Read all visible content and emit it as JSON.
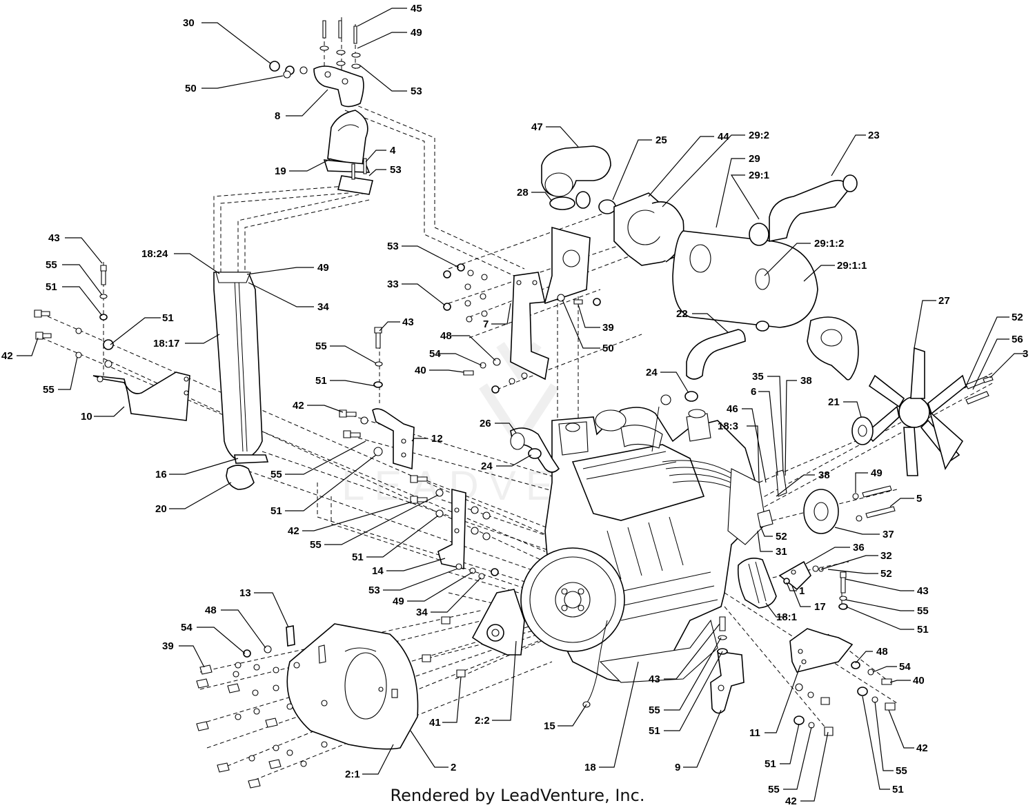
{
  "footer_text": "Rendered by LeadVenture, Inc.",
  "watermark_text": "LEADVENTURE",
  "callouts": [
    {
      "id": "c30",
      "label": "30"
    },
    {
      "id": "c45",
      "label": "45"
    },
    {
      "id": "c49a",
      "label": "49"
    },
    {
      "id": "c50a",
      "label": "50"
    },
    {
      "id": "c53a",
      "label": "53"
    },
    {
      "id": "c8",
      "label": "8"
    },
    {
      "id": "c4",
      "label": "4"
    },
    {
      "id": "c19",
      "label": "19"
    },
    {
      "id": "c53b",
      "label": "53"
    },
    {
      "id": "c43a",
      "label": "43"
    },
    {
      "id": "c55a",
      "label": "55"
    },
    {
      "id": "c51a",
      "label": "51"
    },
    {
      "id": "c51b",
      "label": "51"
    },
    {
      "id": "c42a",
      "label": "42"
    },
    {
      "id": "c55b",
      "label": "55"
    },
    {
      "id": "c10",
      "label": "10"
    },
    {
      "id": "c18_24",
      "label": "18:24"
    },
    {
      "id": "c49b",
      "label": "49"
    },
    {
      "id": "c34a",
      "label": "34"
    },
    {
      "id": "c18_17",
      "label": "18:17"
    },
    {
      "id": "c16",
      "label": "16"
    },
    {
      "id": "c20",
      "label": "20"
    },
    {
      "id": "c43b",
      "label": "43"
    },
    {
      "id": "c55c",
      "label": "55"
    },
    {
      "id": "c51c",
      "label": "51"
    },
    {
      "id": "c42b",
      "label": "42"
    },
    {
      "id": "c12",
      "label": "12"
    },
    {
      "id": "c55d",
      "label": "55"
    },
    {
      "id": "c51d",
      "label": "51"
    },
    {
      "id": "c42c",
      "label": "42"
    },
    {
      "id": "c55e",
      "label": "55"
    },
    {
      "id": "c51e",
      "label": "51"
    },
    {
      "id": "c14",
      "label": "14"
    },
    {
      "id": "c53c",
      "label": "53"
    },
    {
      "id": "c49c",
      "label": "49"
    },
    {
      "id": "c34b",
      "label": "34"
    },
    {
      "id": "c53d",
      "label": "53"
    },
    {
      "id": "c33",
      "label": "33"
    },
    {
      "id": "c48a",
      "label": "48"
    },
    {
      "id": "c54a",
      "label": "54"
    },
    {
      "id": "c40a",
      "label": "40"
    },
    {
      "id": "c7",
      "label": "7"
    },
    {
      "id": "c39a",
      "label": "39"
    },
    {
      "id": "c50b",
      "label": "50"
    },
    {
      "id": "c47",
      "label": "47"
    },
    {
      "id": "c28",
      "label": "28"
    },
    {
      "id": "c25",
      "label": "25"
    },
    {
      "id": "c44",
      "label": "44"
    },
    {
      "id": "c29_2",
      "label": "29:2"
    },
    {
      "id": "c29",
      "label": "29"
    },
    {
      "id": "c29_1",
      "label": "29:1"
    },
    {
      "id": "c23",
      "label": "23"
    },
    {
      "id": "c29_1_2",
      "label": "29:1:2"
    },
    {
      "id": "c29_1_1",
      "label": "29:1:1"
    },
    {
      "id": "c22",
      "label": "22"
    },
    {
      "id": "c27",
      "label": "27"
    },
    {
      "id": "c52a",
      "label": "52"
    },
    {
      "id": "c56",
      "label": "56"
    },
    {
      "id": "c3",
      "label": "3"
    },
    {
      "id": "c24a",
      "label": "24"
    },
    {
      "id": "c35",
      "label": "35"
    },
    {
      "id": "c6",
      "label": "6"
    },
    {
      "id": "c38a",
      "label": "38"
    },
    {
      "id": "c46",
      "label": "46"
    },
    {
      "id": "c18_3",
      "label": "18:3"
    },
    {
      "id": "c21",
      "label": "21"
    },
    {
      "id": "c26",
      "label": "26"
    },
    {
      "id": "c24b",
      "label": "24"
    },
    {
      "id": "c38b",
      "label": "38"
    },
    {
      "id": "c49d",
      "label": "49"
    },
    {
      "id": "c5",
      "label": "5"
    },
    {
      "id": "c52b",
      "label": "52"
    },
    {
      "id": "c31",
      "label": "31"
    },
    {
      "id": "c37",
      "label": "37"
    },
    {
      "id": "c36",
      "label": "36"
    },
    {
      "id": "c32",
      "label": "32"
    },
    {
      "id": "c52c",
      "label": "52"
    },
    {
      "id": "c1",
      "label": "1"
    },
    {
      "id": "c17",
      "label": "17"
    },
    {
      "id": "c43c",
      "label": "43"
    },
    {
      "id": "c18_1",
      "label": "18:1"
    },
    {
      "id": "c55f",
      "label": "55"
    },
    {
      "id": "c51f",
      "label": "51"
    },
    {
      "id": "c13",
      "label": "13"
    },
    {
      "id": "c48b",
      "label": "48"
    },
    {
      "id": "c54b",
      "label": "54"
    },
    {
      "id": "c39b",
      "label": "39"
    },
    {
      "id": "c41",
      "label": "41"
    },
    {
      "id": "c2_2",
      "label": "2:2"
    },
    {
      "id": "c15",
      "label": "15"
    },
    {
      "id": "c43d",
      "label": "43"
    },
    {
      "id": "c55g",
      "label": "55"
    },
    {
      "id": "c51g",
      "label": "51"
    },
    {
      "id": "c18",
      "label": "18"
    },
    {
      "id": "c9",
      "label": "9"
    },
    {
      "id": "c11",
      "label": "11"
    },
    {
      "id": "c48c",
      "label": "48"
    },
    {
      "id": "c54c",
      "label": "54"
    },
    {
      "id": "c40b",
      "label": "40"
    },
    {
      "id": "c42d",
      "label": "42"
    },
    {
      "id": "c55h",
      "label": "55"
    },
    {
      "id": "c51h",
      "label": "51"
    },
    {
      "id": "c51i",
      "label": "51"
    },
    {
      "id": "c55i",
      "label": "55"
    },
    {
      "id": "c42e",
      "label": "42"
    },
    {
      "id": "c2",
      "label": "2"
    },
    {
      "id": "c2_1",
      "label": "2:1"
    }
  ]
}
